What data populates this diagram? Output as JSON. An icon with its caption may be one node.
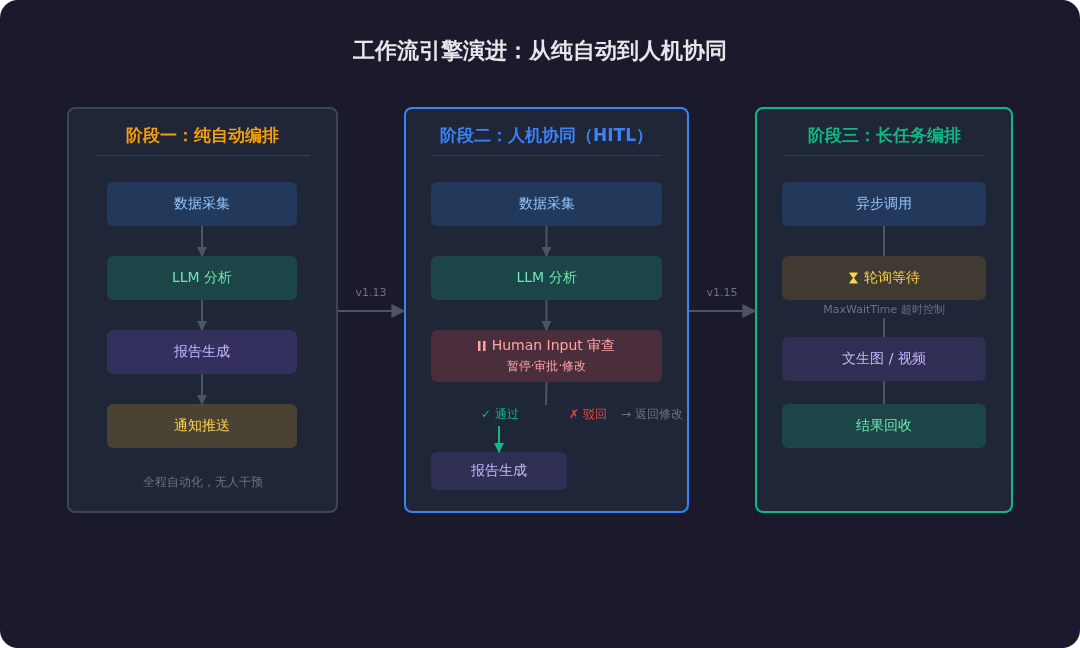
{
  "diagram": {
    "title": "工作流引擎演进：从纯自动到人机协同",
    "nodes": [
      {
        "text": [
          "阶段一：纯自动编排",
          "全程自动化，无人干预"
        ]
      },
      {
        "text": [
          "数据采集"
        ],
        "in": 0
      },
      {
        "text": [
          "LLM 分析"
        ],
        "in": 0
      },
      {
        "text": [
          "报告生成"
        ],
        "in": 0
      },
      {
        "text": [
          "通知推送"
        ],
        "in": 0
      },
      {
        "text": [
          "阶段二：人机协同（HITL）"
        ]
      },
      {
        "text": [
          "数据采集"
        ],
        "in": 5
      },
      {
        "text": [
          "LLM 分析"
        ],
        "in": 5
      },
      {
        "text": [
          "Human Input 审查",
          "暂停·审批·修改"
        ],
        "in": 5
      },
      {
        "text": [
          "✓ 通过"
        ],
        "in": 5
      },
      {
        "text": [
          "报告生成"
        ],
        "in": 5
      },
      {
        "text": [
          "阶段三：长任务编排"
        ]
      },
      {
        "text": [
          "异步调用"
        ],
        "in": 11
      },
      {
        "text": [
          "轮询等待"
        ],
        "in": 11,
        "beside": [
          "MaxWaitTime 超时控制"
        ]
      },
      {
        "text": [
          "文生图 / 视频"
        ],
        "in": 11
      },
      {
        "text": [
          "结果回收"
        ],
        "in": 11
      }
    ],
    "edges": [
      {
        "from": 1,
        "to": 2,
        "arrow": "to"
      },
      {
        "from": 2,
        "to": 3,
        "arrow": "to"
      },
      {
        "from": 3,
        "to": 4,
        "arrow": "to"
      },
      {
        "from": 6,
        "to": 7,
        "arrow": "to"
      },
      {
        "from": 7,
        "to": 8,
        "arrow": "to"
      },
      {
        "from": 8,
        "to": null,
        "arrow": "none"
      },
      {
        "from": 9,
        "to": 10,
        "arrow": "to",
        "color": "#10b981"
      },
      {
        "from": 12,
        "to": 13,
        "arrow": "none"
      },
      {
        "from": 13,
        "to": 14,
        "arrow": "none"
      },
      {
        "from": 14,
        "to": 15,
        "arrow": "none"
      },
      {
        "from": 0,
        "to": 5,
        "arrow": "to",
        "label": "v1.13"
      },
      {
        "from": 5,
        "to": 11,
        "arrow": "to",
        "label": "v1.15"
      }
    ],
    "labels": [
      "✗ 驳回",
      "→ 返回修改"
    ]
  }
}
